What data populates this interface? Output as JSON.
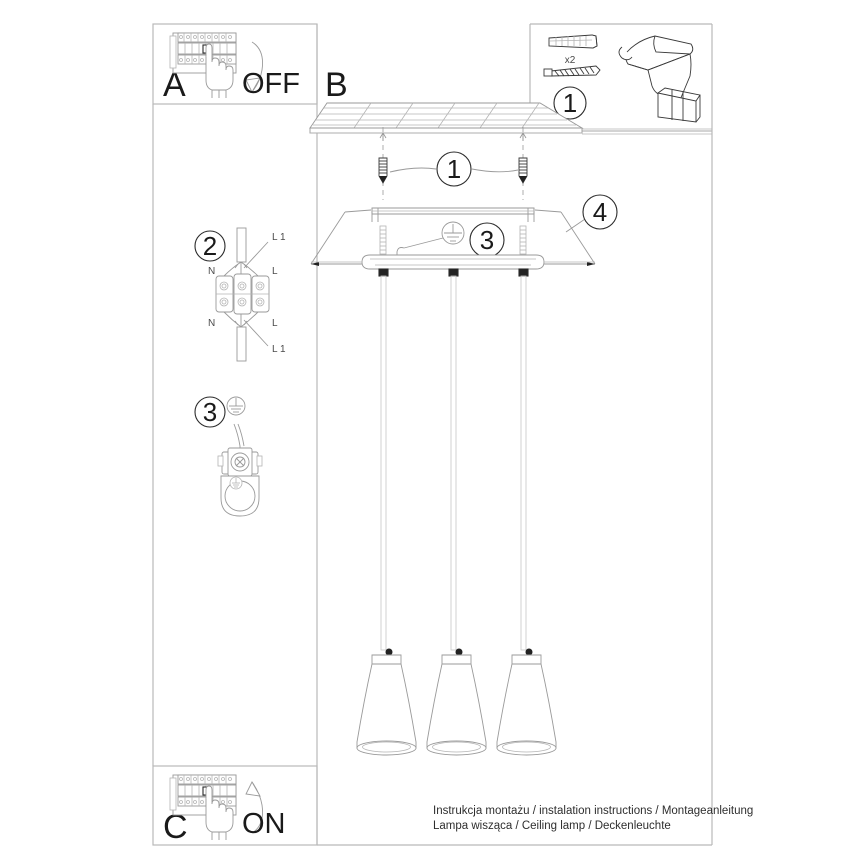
{
  "document": {
    "title": "Instrukcja montażu / instalation instructions / Montageanleitung",
    "subtitle": "Lampa wisząca / Ceiling lamp / Deckenleuchte",
    "sheet_width": 868,
    "sheet_height": 868,
    "line_color": "#2b2b2b",
    "light_line_color": "#9a9a9a",
    "background": "#ffffff"
  },
  "panels": {
    "a": {
      "letter": "A",
      "action_label": "OFF",
      "icon": "fuse-box-icon",
      "hand_icon": "hand-pointing-icon",
      "arrow_icon": "arrow-down-curved-icon"
    },
    "c": {
      "letter": "C",
      "action_label": "ON",
      "icon": "fuse-box-icon",
      "hand_icon": "hand-pointing-icon",
      "arrow_icon": "arrow-up-curved-icon"
    },
    "b": {
      "letter": "B"
    },
    "hardware": {
      "quantity_label": "x2",
      "callout": "1",
      "items": [
        "wall-plug-icon",
        "screw-icon",
        "drill-icon"
      ]
    }
  },
  "callouts": {
    "hardware_step": "1",
    "terminal_step": "2",
    "ground_step": "3",
    "ceiling_screw_step": "1",
    "canopy_ground_step": "3",
    "shade_step": "4"
  },
  "terminal_block": {
    "step": "2",
    "labels": {
      "top_right": "L 1",
      "left_upper": "N",
      "right_upper": "L",
      "left_lower": "N",
      "right_lower": "L",
      "bottom_right": "L 1"
    }
  },
  "ground_terminal": {
    "step": "3",
    "symbol": "earth-ground-icon"
  },
  "lamp": {
    "pendant_count": 3,
    "pendants": [
      {
        "label": "pendant-1"
      },
      {
        "label": "pendant-2"
      },
      {
        "label": "pendant-3"
      }
    ],
    "canopy": "canopy-bar",
    "bracket": "mounting-bracket"
  }
}
